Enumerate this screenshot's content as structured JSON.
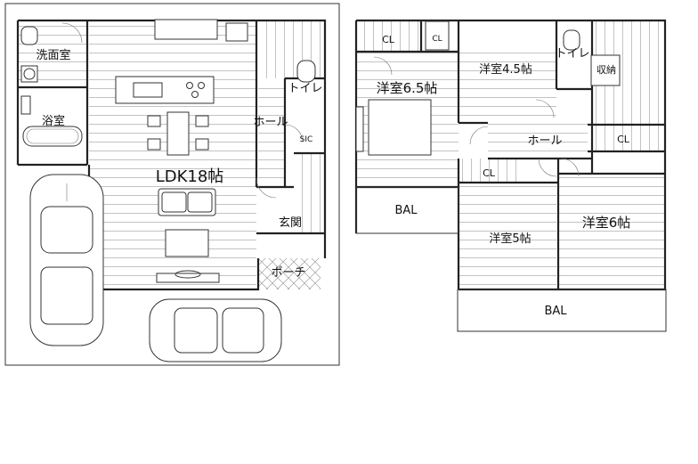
{
  "floor1": {
    "rooms": {
      "washroom": "洗面室",
      "bath": "浴室",
      "ldk": "LDK18帖",
      "toilet": "トイレ",
      "hall": "ホール",
      "sic": "SIC",
      "entrance": "玄関",
      "porch": "ポーチ"
    }
  },
  "floor2": {
    "rooms": {
      "cl_top_left": "CL",
      "cl_small": "CL",
      "room_45": "洋室4.5帖",
      "toilet": "トイレ",
      "storage": "収納",
      "room_65": "洋室6.5帖",
      "hall": "ホール",
      "cl_right": "CL",
      "cl_center": "CL",
      "bal_left": "BAL",
      "room_5": "洋室5帖",
      "room_6": "洋室6帖",
      "bal_bottom": "BAL"
    }
  }
}
